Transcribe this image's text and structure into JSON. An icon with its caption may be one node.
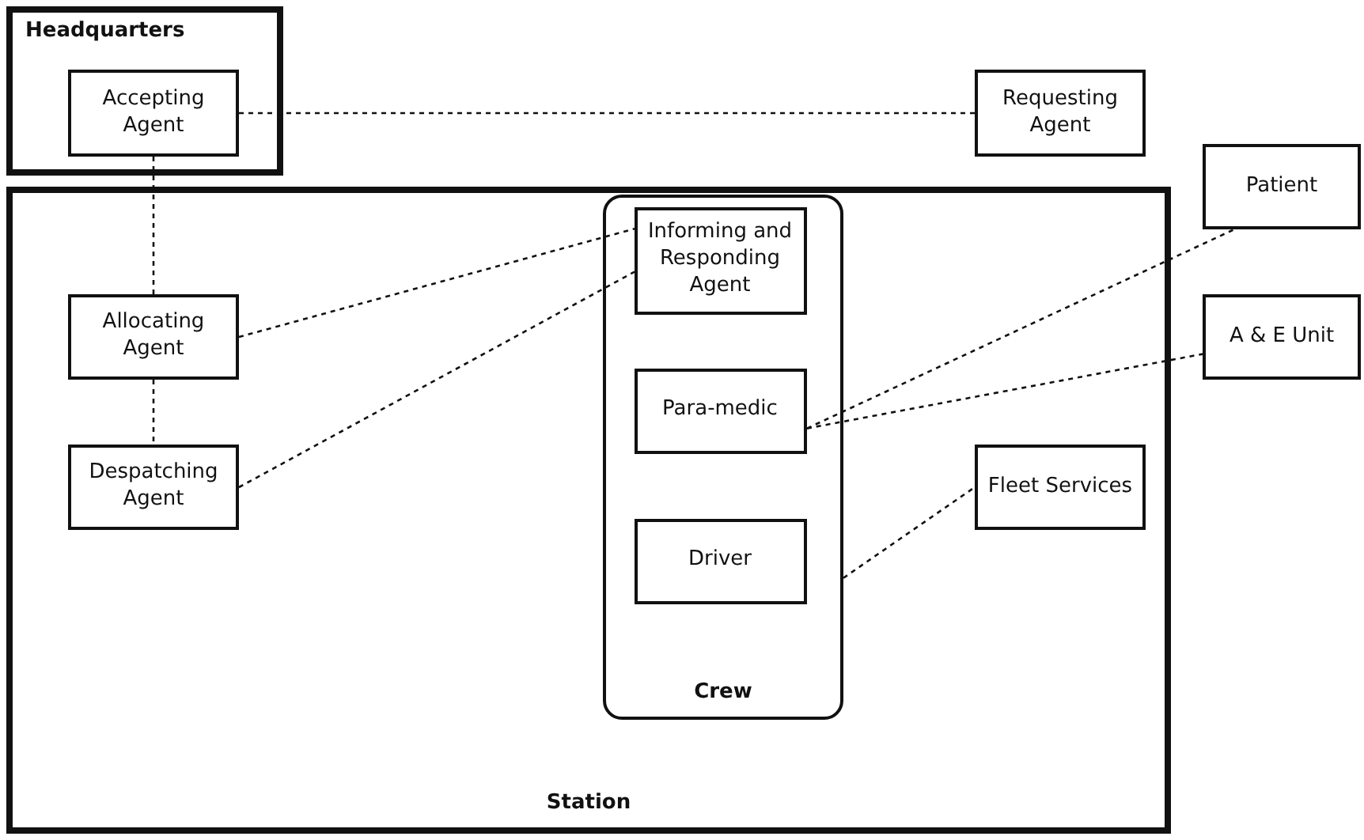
{
  "diagram": {
    "nodes": [
      {
        "text": [
          "Headquarters"
        ]
      },
      {
        "text": [
          "Accepting Agent"
        ],
        "in": 0
      },
      {
        "text": [
          "Requesting Agent"
        ]
      },
      {
        "text": [
          "Patient"
        ]
      },
      {
        "text": [
          "Station"
        ]
      },
      {
        "text": [
          "Allocating Agent"
        ],
        "in": 4
      },
      {
        "text": [
          "Despatching Agent"
        ],
        "in": 4
      },
      {
        "text": [
          "Crew"
        ],
        "in": 4
      },
      {
        "text": [
          "Informing and Responding Agent"
        ],
        "in": 7
      },
      {
        "text": [
          "Para-medic"
        ],
        "in": 7
      },
      {
        "text": [
          "Driver"
        ],
        "in": 7
      },
      {
        "text": [
          "A & E Unit"
        ]
      },
      {
        "text": [
          "Fleet Services"
        ],
        "in": 4
      }
    ],
    "edges": [
      {
        "from": 1,
        "to": 2,
        "arrow": "none",
        "style": "dashed"
      },
      {
        "from": 1,
        "to": 5,
        "arrow": "none",
        "style": "dashed"
      },
      {
        "from": 5,
        "to": 6,
        "arrow": "none",
        "style": "dashed"
      },
      {
        "from": 5,
        "to": 8,
        "arrow": "none",
        "style": "dashed"
      },
      {
        "from": 6,
        "to": 8,
        "arrow": "none",
        "style": "dashed"
      },
      {
        "from": 9,
        "to": 3,
        "arrow": "none",
        "style": "dashed"
      },
      {
        "from": 9,
        "to": 11,
        "arrow": "none",
        "style": "dashed"
      },
      {
        "from": 7,
        "to": 12,
        "arrow": "none",
        "style": "dashed"
      }
    ]
  }
}
